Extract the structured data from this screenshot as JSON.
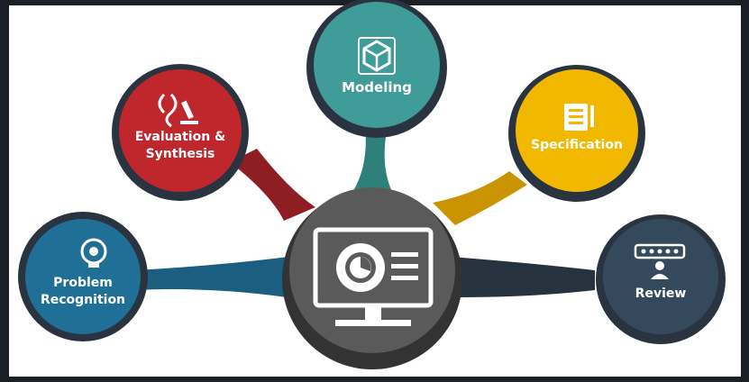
{
  "diagram": {
    "center": {
      "icon": "monitor-gear-icon",
      "color": "#5a5a5a",
      "ring_color": "#333333"
    },
    "nodes": [
      {
        "id": "problem-recognition",
        "lines": [
          "Problem",
          "Recognition"
        ],
        "icon": "head-lightbulb-icon",
        "color": "#1f6f96",
        "connector_color": "#1b5e80"
      },
      {
        "id": "evaluation-synthesis",
        "lines": [
          "Evaluation &",
          "Synthesis"
        ],
        "icon": "dna-microscope-icon",
        "color": "#c0272d",
        "connector_color": "#8f1e23"
      },
      {
        "id": "modeling",
        "lines": [
          "Modeling"
        ],
        "icon": "3d-cube-icon",
        "color": "#3f9c98",
        "connector_color": "#2f7f7b"
      },
      {
        "id": "specification",
        "lines": [
          "Specification"
        ],
        "icon": "document-list-icon",
        "color": "#f2b800",
        "connector_color": "#c99400"
      },
      {
        "id": "review",
        "lines": [
          "Review"
        ],
        "icon": "rating-stars-person-icon",
        "color": "#344a5c",
        "connector_color": "#26333e"
      }
    ]
  }
}
